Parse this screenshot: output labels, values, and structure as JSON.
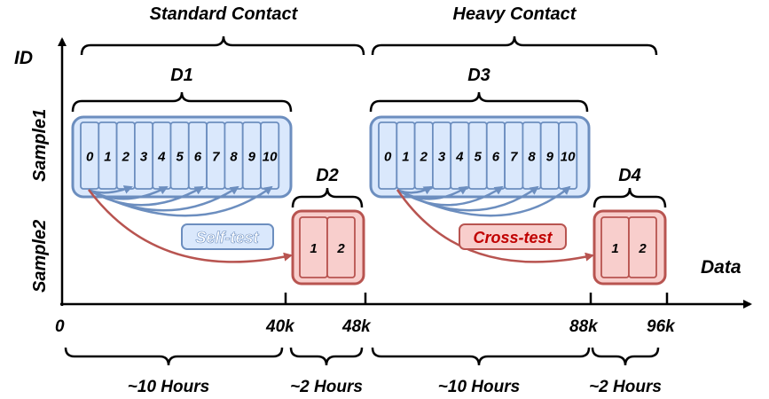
{
  "axes": {
    "y_label": "ID",
    "x_label": "Data",
    "y_categories": [
      "Sample1",
      "Sample2"
    ],
    "x_ticks": [
      "0",
      "40k",
      "48k",
      "88k",
      "96k"
    ]
  },
  "phases": [
    {
      "label": "Standard Contact"
    },
    {
      "label": "Heavy Contact"
    }
  ],
  "datasets": [
    {
      "label": "D1",
      "cells": [
        "0",
        "1",
        "2",
        "3",
        "4",
        "5",
        "6",
        "7",
        "8",
        "9",
        "10"
      ]
    },
    {
      "label": "D2",
      "cells": [
        "1",
        "2"
      ]
    },
    {
      "label": "D3",
      "cells": [
        "0",
        "1",
        "2",
        "3",
        "4",
        "5",
        "6",
        "7",
        "8",
        "9",
        "10"
      ]
    },
    {
      "label": "D4",
      "cells": [
        "1",
        "2"
      ]
    }
  ],
  "tests": {
    "self": "Self-test",
    "cross": "Cross-test"
  },
  "durations": [
    "~10 Hours",
    "~2 Hours",
    "~10 Hours",
    "~2 Hours"
  ],
  "colors": {
    "blue_fill": "#dae8fc",
    "blue_stroke": "#6c8ebf",
    "red_fill": "#f8cecc",
    "red_stroke": "#b85450"
  }
}
